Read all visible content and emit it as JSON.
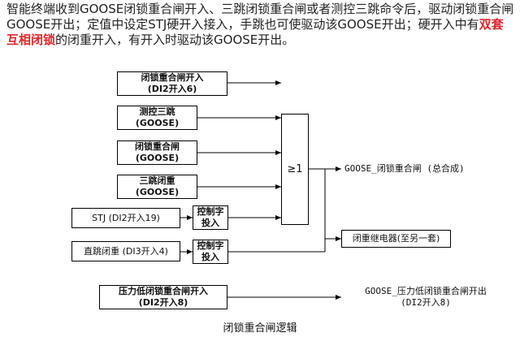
{
  "description": {
    "part1": "智能终端收到GOOSE闭锁重合闸开入、三跳闭锁重合闸或者测控三跳命令后，驱动闭锁重合闸GOOSE开出；定值中设定STJ硬开入接入，手跳也可使驱动该GOOSE开出；硬开入中有",
    "highlight": "双套互相闭锁",
    "part2": "的闭重开入，有开入时驱动该GOOSE开出。"
  },
  "inputs": {
    "lock_reclose": {
      "line1": "闭锁重合闸开入",
      "line2": "(DI2开入6)"
    },
    "measure_trip": {
      "line1": "测控三跳",
      "line2": "(GOOSE)"
    },
    "lock_reclose_goose": {
      "line1": "闭锁重合闸",
      "line2": "(GOOSE)"
    },
    "three_trip_lock": {
      "line1": "三跳闭重",
      "line2": "(GOOSE)"
    },
    "stj": {
      "label": "STJ (DI2开入19)"
    },
    "direct_trip": {
      "label": "直跳闭重 (DI3开入4)"
    },
    "pressure_low": {
      "line1": "压力低闭锁重合闸开入",
      "line2": "(DI2开入8)"
    }
  },
  "control_word": {
    "line1": "控制字",
    "line2": "投入"
  },
  "or_gate": {
    "label": "≥1"
  },
  "outputs": {
    "goose_lock_reclose": "GOOSE_闭锁重合闸 (总合成)",
    "relay": "闭重继电器(至另一套)",
    "goose_pressure": {
      "line1": "GOOSE_压力低闭锁重合闸开出",
      "line2": "(DI2开入8)"
    }
  },
  "caption": "闭锁重合闸逻辑"
}
